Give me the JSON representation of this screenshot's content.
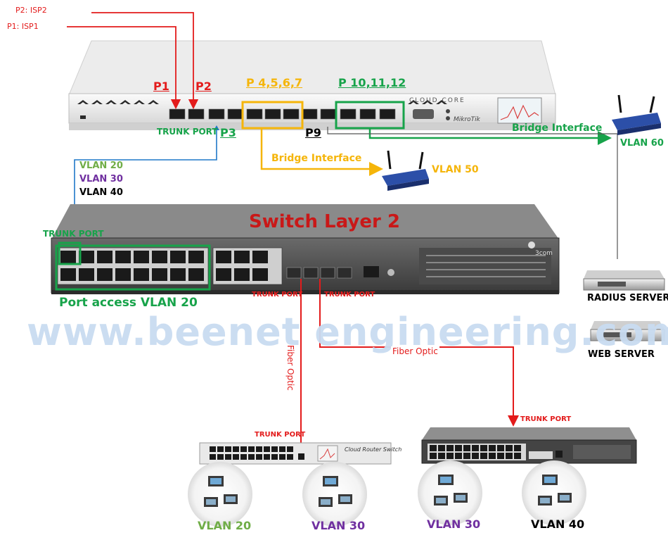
{
  "labels": {
    "isp2": "P2: ISP2",
    "isp1": "P1: ISP1",
    "p1": "P1",
    "p2": "P2",
    "p4567": "P 4,5,6,7",
    "p101112": "P 10,11,12",
    "router_trunk": "TRUNK PORT",
    "p3": "P3",
    "p9": "P9",
    "bridge_left": "Bridge Interface",
    "bridge_right": "Bridge Interface",
    "vlan50": "VLAN 50",
    "vlan60": "VLAN 60",
    "vlan20_top": "VLAN 20",
    "vlan30_top": "VLAN 30",
    "vlan40_top": "VLAN 40",
    "switch_title": "Switch Layer 2",
    "switch_trunk_left": "TRUNK PORT",
    "port_access": "Port access VLAN 20",
    "trunk_sfp1": "TRUNK PORT",
    "trunk_sfp2": "TRUNK PORT",
    "radius": "RADIUS SERVER",
    "web": "WEB SERVER",
    "watermark": "www.beenet engineering.com",
    "fiber_vertical": "Fiber Optic",
    "fiber_horizontal": "Fiber Optic",
    "trunk_crs": "TRUNK PORT",
    "trunk_right_switch": "TRUNK PORT",
    "vlan20_bottom": "VLAN 20",
    "vlan30_bottom_a": "VLAN 30",
    "vlan30_bottom_b": "VLAN 30",
    "vlan40_bottom": "VLAN 40"
  },
  "devices": {
    "router_brand": "CLOUD CORE",
    "router_logo": "MikroTik",
    "crs_title": "Cloud Router Switch",
    "switch_brand": "3com"
  },
  "colors": {
    "isp_line": "#e31b1b",
    "trunk_line": "#1f78c8",
    "bridge_orange": "#f5b50a",
    "bridge_green": "#17a34a",
    "fiber_red": "#e31b1b",
    "server_line": "#555555"
  }
}
